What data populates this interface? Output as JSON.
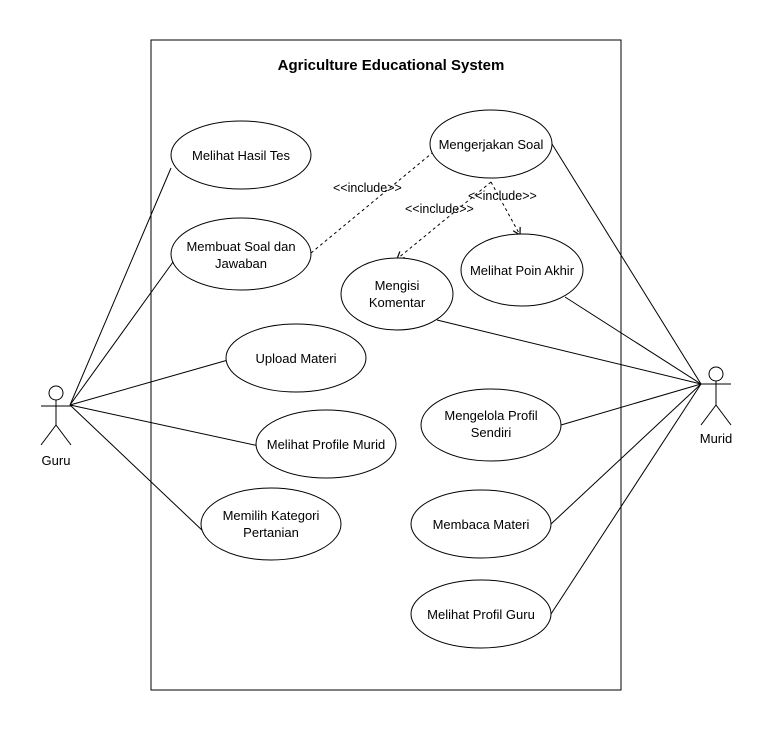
{
  "diagram": {
    "system_title": "Agriculture Educational System",
    "actors": {
      "guru": "Guru",
      "murid": "Murid"
    },
    "use_cases": {
      "melihat_hasil_tes": [
        "Melihat Hasil Tes"
      ],
      "membuat_soal": [
        "Membuat Soal dan",
        "Jawaban"
      ],
      "upload_materi": [
        "Upload Materi"
      ],
      "melihat_profile_murid": [
        "Melihat Profile Murid"
      ],
      "memilih_kategori": [
        "Memilih Kategori",
        "Pertanian"
      ],
      "mengerjakan_soal": [
        "Mengerjakan Soal"
      ],
      "mengisi_komentar": [
        "Mengisi",
        "Komentar"
      ],
      "melihat_poin_akhir": [
        "Melihat Poin Akhir"
      ],
      "mengelola_profil": [
        "Mengelola Profil",
        "Sendiri"
      ],
      "membaca_materi": [
        "Membaca Materi"
      ],
      "melihat_profil_guru": [
        "Melihat Profil Guru"
      ]
    },
    "include_labels": {
      "membuat_to_mengerjakan": "<<include>>",
      "mengerjakan_to_komentar": "<<include>>",
      "mengerjakan_to_poin": "<<include>>"
    }
  }
}
